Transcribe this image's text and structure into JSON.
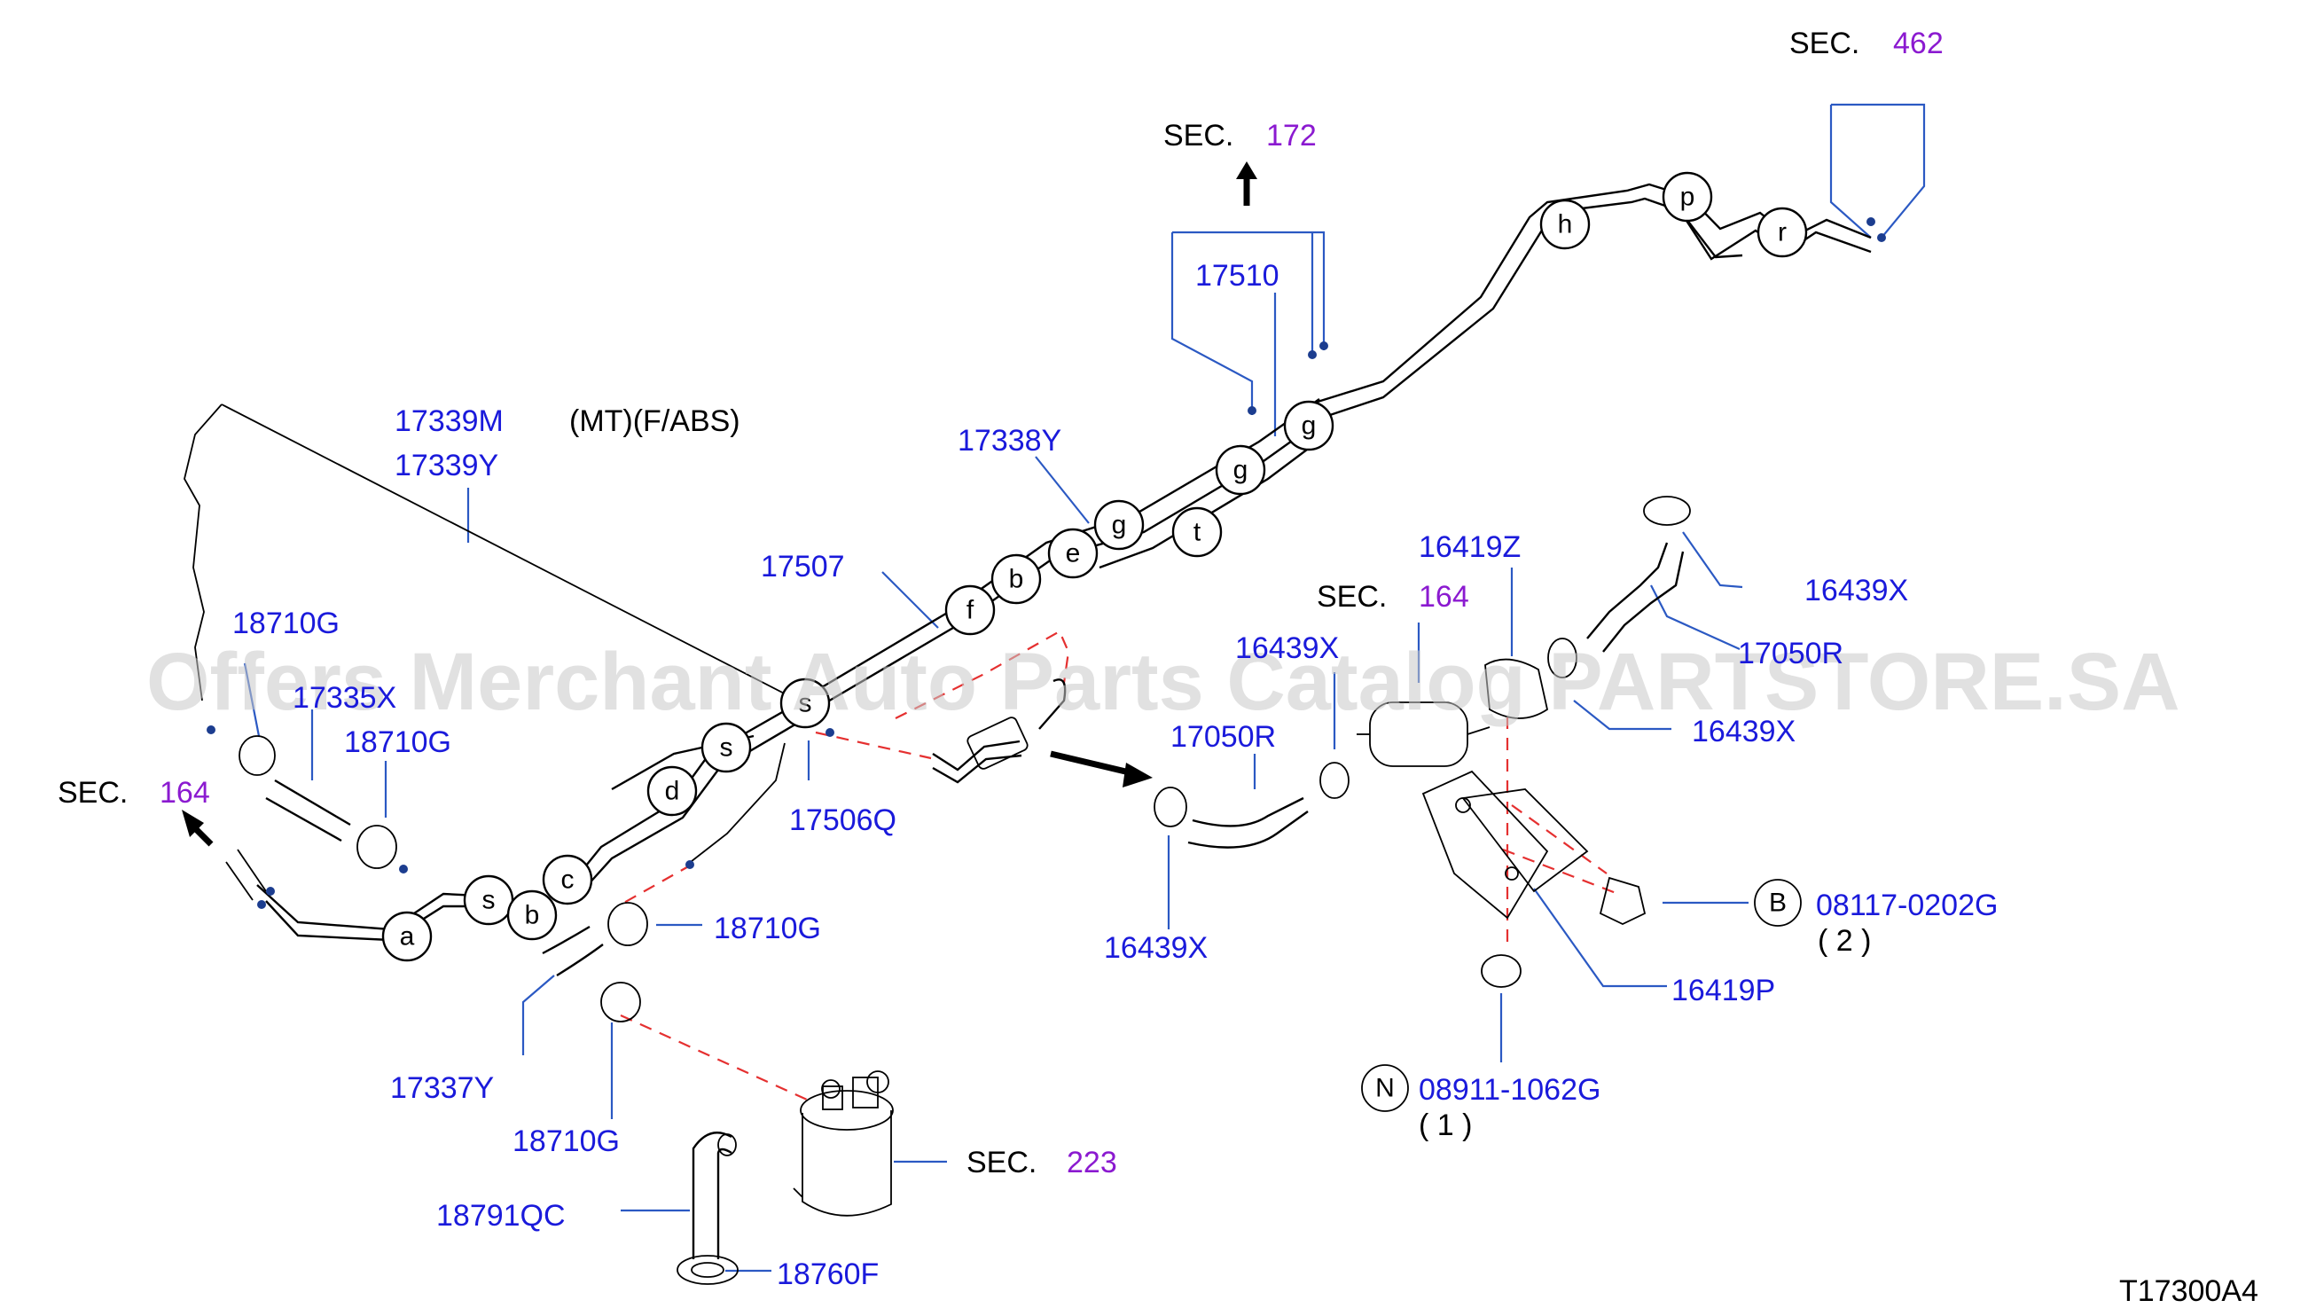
{
  "diagram_code": "T17300A4",
  "note_variant": "(MT)(F/ABS)",
  "watermark": "Offers Merchant Auto Parts Catalog PARTSTORE.SA",
  "section_refs": [
    {
      "prefix": "SEC.",
      "number": "462"
    },
    {
      "prefix": "SEC.",
      "number": "172"
    },
    {
      "prefix": "SEC.",
      "number": "164"
    },
    {
      "prefix": "SEC.",
      "number": "164"
    },
    {
      "prefix": "SEC.",
      "number": "223"
    }
  ],
  "part_labels": [
    "17510",
    "17339M",
    "17339Y",
    "17338Y",
    "17507",
    "18710G",
    "17335X",
    "18710G",
    "17506Q",
    "18710G",
    "17337Y",
    "18710G",
    "18791QC",
    "18760F",
    "16419Z",
    "16439X",
    "17050R",
    "16439X",
    "17050R",
    "16439X",
    "16439X",
    "08117-0202G",
    "16419P",
    "08911-1062G"
  ],
  "quantities": [
    "( 2 )",
    "( 1 )"
  ],
  "fastener_markers": [
    "B",
    "N"
  ],
  "clip_bubbles": [
    "h",
    "p",
    "r",
    "g",
    "g",
    "t",
    "g",
    "e",
    "b",
    "f",
    "s",
    "s",
    "d",
    "c",
    "s",
    "b",
    "a"
  ]
}
